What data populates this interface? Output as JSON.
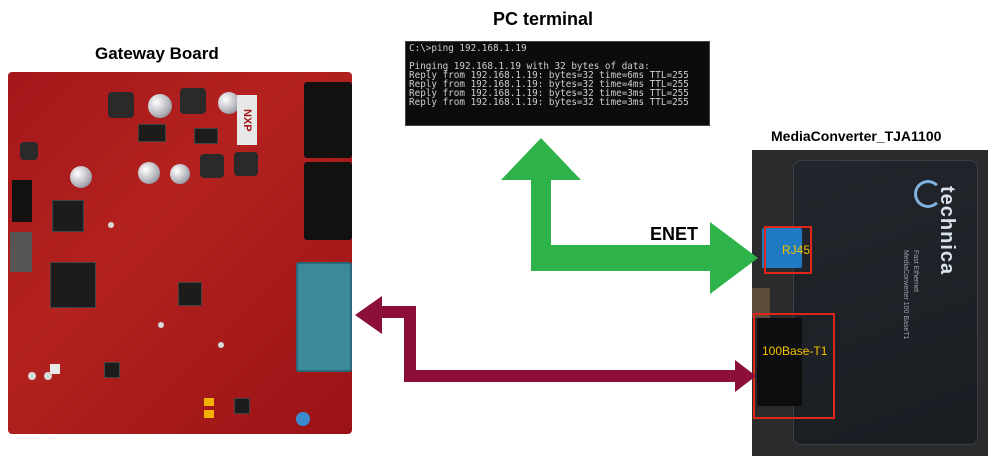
{
  "titles": {
    "gateway_board": "Gateway Board",
    "pc_terminal": "PC terminal",
    "media_converter": "MediaConverter_TJA1100",
    "enet": "ENET"
  },
  "terminal": {
    "lines": [
      "C:\\>ping 192.168.1.19",
      "",
      "Pinging 192.168.1.19 with 32 bytes of data:",
      "Reply from 192.168.1.19: bytes=32 time=6ms TTL=255",
      "Reply from 192.168.1.19: bytes=32 time=4ms TTL=255",
      "Reply from 192.168.1.19: bytes=32 time=3ms TTL=255",
      "Reply from 192.168.1.19: bytes=32 time=3ms TTL=255"
    ]
  },
  "board": {
    "logo": "NXP"
  },
  "media_converter": {
    "brand": "technica",
    "side_text": "Fast Ethernet MediaConverter 100 BaseT1",
    "port_rj45_label": "RJ45",
    "port_t1_label": "100Base-T1"
  },
  "colors": {
    "enet_arrow": "#2eb24a",
    "t1_arrow": "#8c0f3a",
    "highlight": "#e0251b",
    "port_label": "#f2c200",
    "board_red": "#a4161a"
  }
}
